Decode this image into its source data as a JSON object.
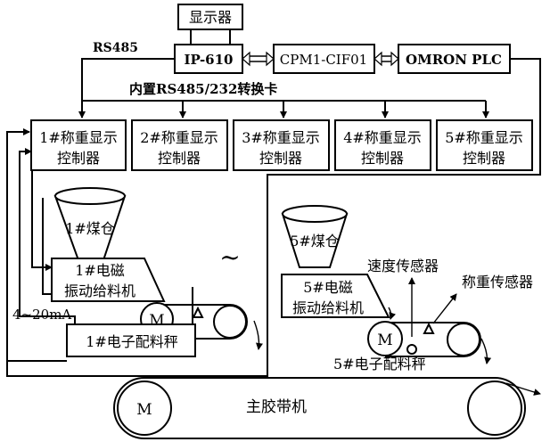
{
  "top": {
    "display": "显示器",
    "ip610": "IP-610",
    "cpm": "CPM1-CIF01",
    "plc": "OMRON PLC",
    "rs485": "RS485",
    "converter": "内置RS485/232转换卡"
  },
  "controllers": [
    {
      "line1": "1#称重显示",
      "line2": "控制器"
    },
    {
      "line1": "2#称重显示",
      "line2": "控制器"
    },
    {
      "line1": "3#称重显示",
      "line2": "控制器"
    },
    {
      "line1": "4#称重显示",
      "line2": "控制器"
    },
    {
      "line1": "5#称重显示",
      "line2": "控制器"
    }
  ],
  "feeder1": {
    "bin": "1#煤仓",
    "feeder_line1": "1#电磁",
    "feeder_line2": "振动给料机",
    "scale": "1#电子配料秤",
    "signal": "4~20mA",
    "motor": "M"
  },
  "feeder5": {
    "bin": "5#煤仓",
    "feeder_line1": "5#电磁",
    "feeder_line2": "振动给料机",
    "scale": "5#电子配料秤",
    "speed_sensor": "速度传感器",
    "weight_sensor": "称重传感器",
    "motor": "M"
  },
  "main_belt": {
    "label": "主胶带机",
    "motor": "M"
  },
  "ellipsis": "~"
}
